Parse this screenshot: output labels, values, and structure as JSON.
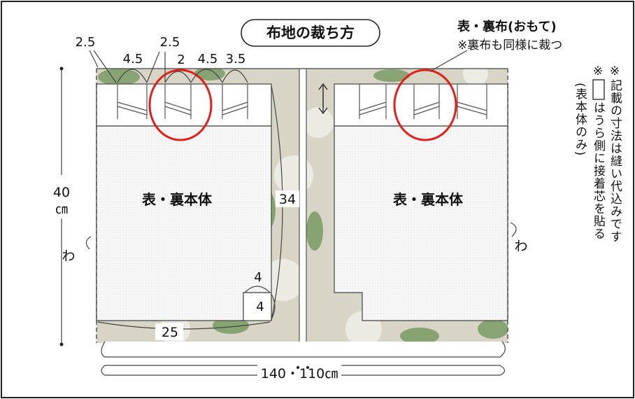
{
  "title": "布地の裁ち方",
  "fabric_label": "表・裏布(おもて)",
  "fabric_note": "※裏布も同様に裁つ",
  "notes": {
    "line1": "※記載の寸法は縫い代込みです",
    "line2_prefix": "※",
    "line2_suffix": "はうら側に接着芯を貼る",
    "line3": "(表本体のみ)"
  },
  "piece_labels": {
    "left": "表・裏本体",
    "right": "表・裏本体"
  },
  "fold_label": "わ",
  "dimensions": {
    "height_value": "40",
    "height_unit": "㎝",
    "width_total": "140・110㎝",
    "piece_height": "34",
    "piece_width": "25",
    "notch_w": "4",
    "notch_h": "4",
    "top": [
      "2.5",
      "4.5",
      "2.5",
      "2",
      "4.5",
      "3.5"
    ]
  },
  "colors": {
    "fabric": "#d8d5c6",
    "leaf": "#7f9e6a",
    "flower": "#eeeee8",
    "circle": "#e0201b",
    "piece": "#f7f7f7"
  }
}
